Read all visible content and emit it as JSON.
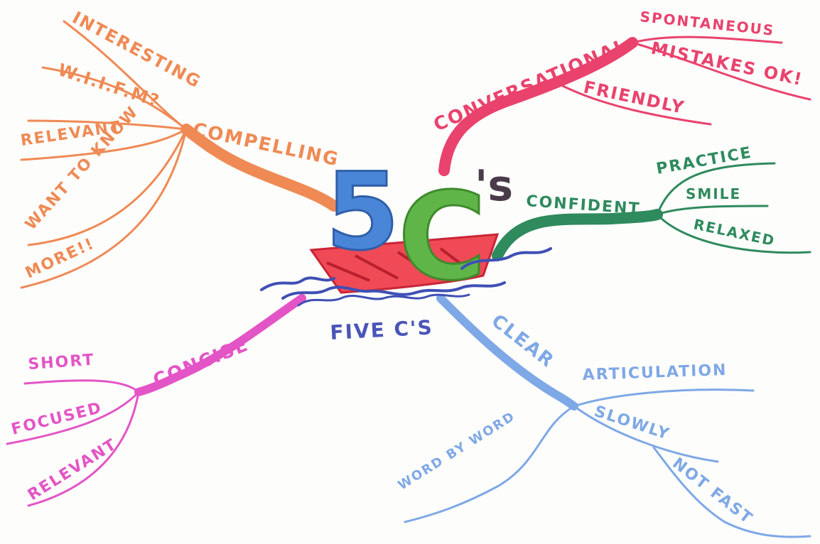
{
  "center": {
    "title_number": "5",
    "title_letter": "C",
    "title_suffix": "'s",
    "subtitle": "FIVE C'S"
  },
  "branches": {
    "compelling": {
      "label": "COMPELLING",
      "color": "#ef8a55",
      "children": [
        "INTERESTING",
        "W.I.I.F.M?",
        "RELEVANT",
        "WANT TO KNOW",
        "MORE!!"
      ]
    },
    "conversational": {
      "label": "CONVERSATIONAL",
      "color": "#e9436d",
      "children": [
        "SPONTANEOUS",
        "MISTAKES OK!",
        "FRIENDLY"
      ]
    },
    "confident": {
      "label": "CONFIDENT",
      "color": "#2f8a5e",
      "children": [
        "PRACTICE",
        "SMILE",
        "RELAXED"
      ]
    },
    "concise": {
      "label": "CONCISE",
      "color": "#e355c6",
      "children": [
        "SHORT",
        "FOCUSED",
        "RELEVANT"
      ]
    },
    "clear": {
      "label": "CLEAR",
      "color": "#7fa8e6",
      "children": [
        "ARTICULATION",
        "SLOWLY",
        "NOT FAST",
        "WORD BY WORD"
      ]
    }
  },
  "colors": {
    "five": "#4a86d8",
    "c_letter": "#5fb548",
    "apostrophe": "#4a3b4a",
    "boat": "#e83a4a",
    "waves": "#3f4fb5",
    "subtitle": "#4a55b8"
  }
}
